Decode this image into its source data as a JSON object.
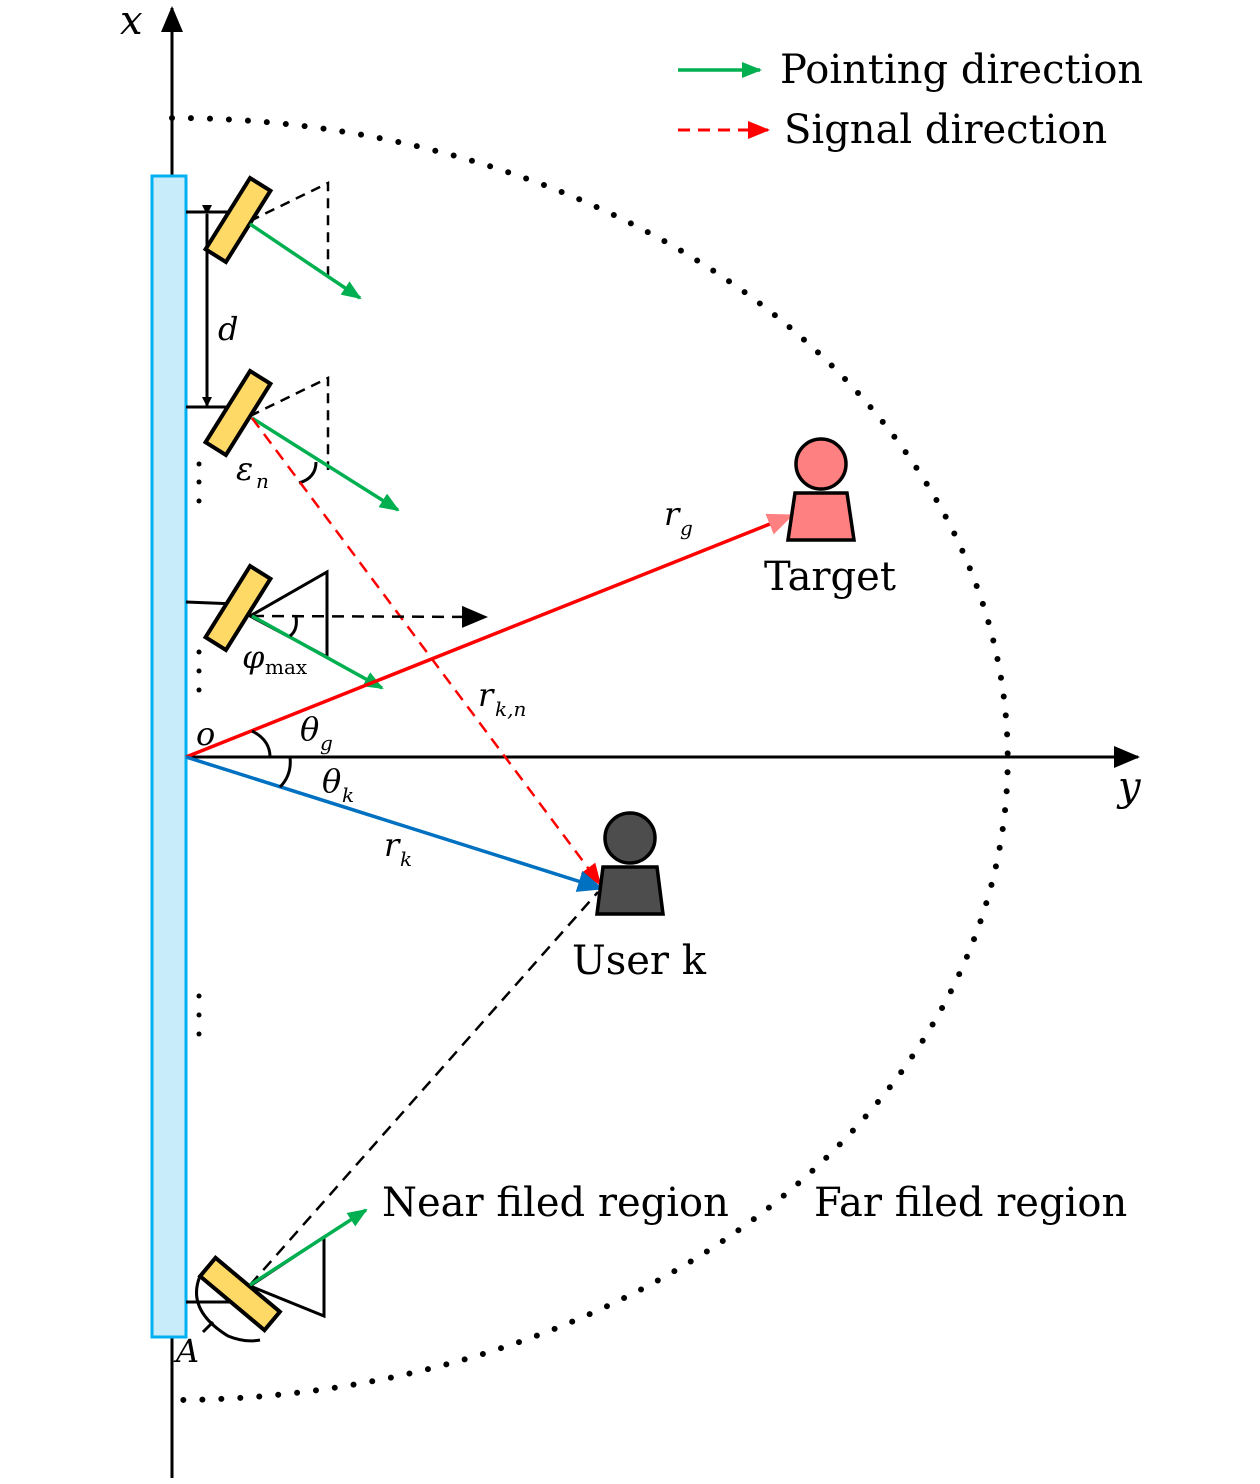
{
  "legend": {
    "pointing": {
      "label": "Pointing direction",
      "color": "#00b050"
    },
    "signal": {
      "label": "Signal direction",
      "color": "#ff0000"
    }
  },
  "axes": {
    "x_label": "x",
    "y_label": "y",
    "origin_label": "o"
  },
  "array": {
    "spacing_label": "d",
    "rotation_label": "A",
    "fill": "#c9ecfb",
    "stroke": "#00b0f0"
  },
  "angles": {
    "epsilon": {
      "base": "ε",
      "sub": "n"
    },
    "phi_max": {
      "base": "φ",
      "sub": "max"
    },
    "theta_g": {
      "base": "θ",
      "sub": "g"
    },
    "theta_k": {
      "base": "θ",
      "sub": "k"
    }
  },
  "distances": {
    "r_g": {
      "base": "r",
      "sub": "g"
    },
    "r_k": {
      "base": "r",
      "sub": "k"
    },
    "r_kn": {
      "base": "r",
      "sub": "k,n"
    }
  },
  "target": {
    "label": "Target",
    "color": "#ff8080"
  },
  "user": {
    "label": "User k",
    "color": "#4d4d4d"
  },
  "regions": {
    "near": "Near filed region",
    "far": "Far filed region"
  },
  "colors": {
    "element_fill": "#ffd966",
    "blue_ray": "#0070c0",
    "red_ray": "#ff0000",
    "green_ray": "#00b050"
  }
}
